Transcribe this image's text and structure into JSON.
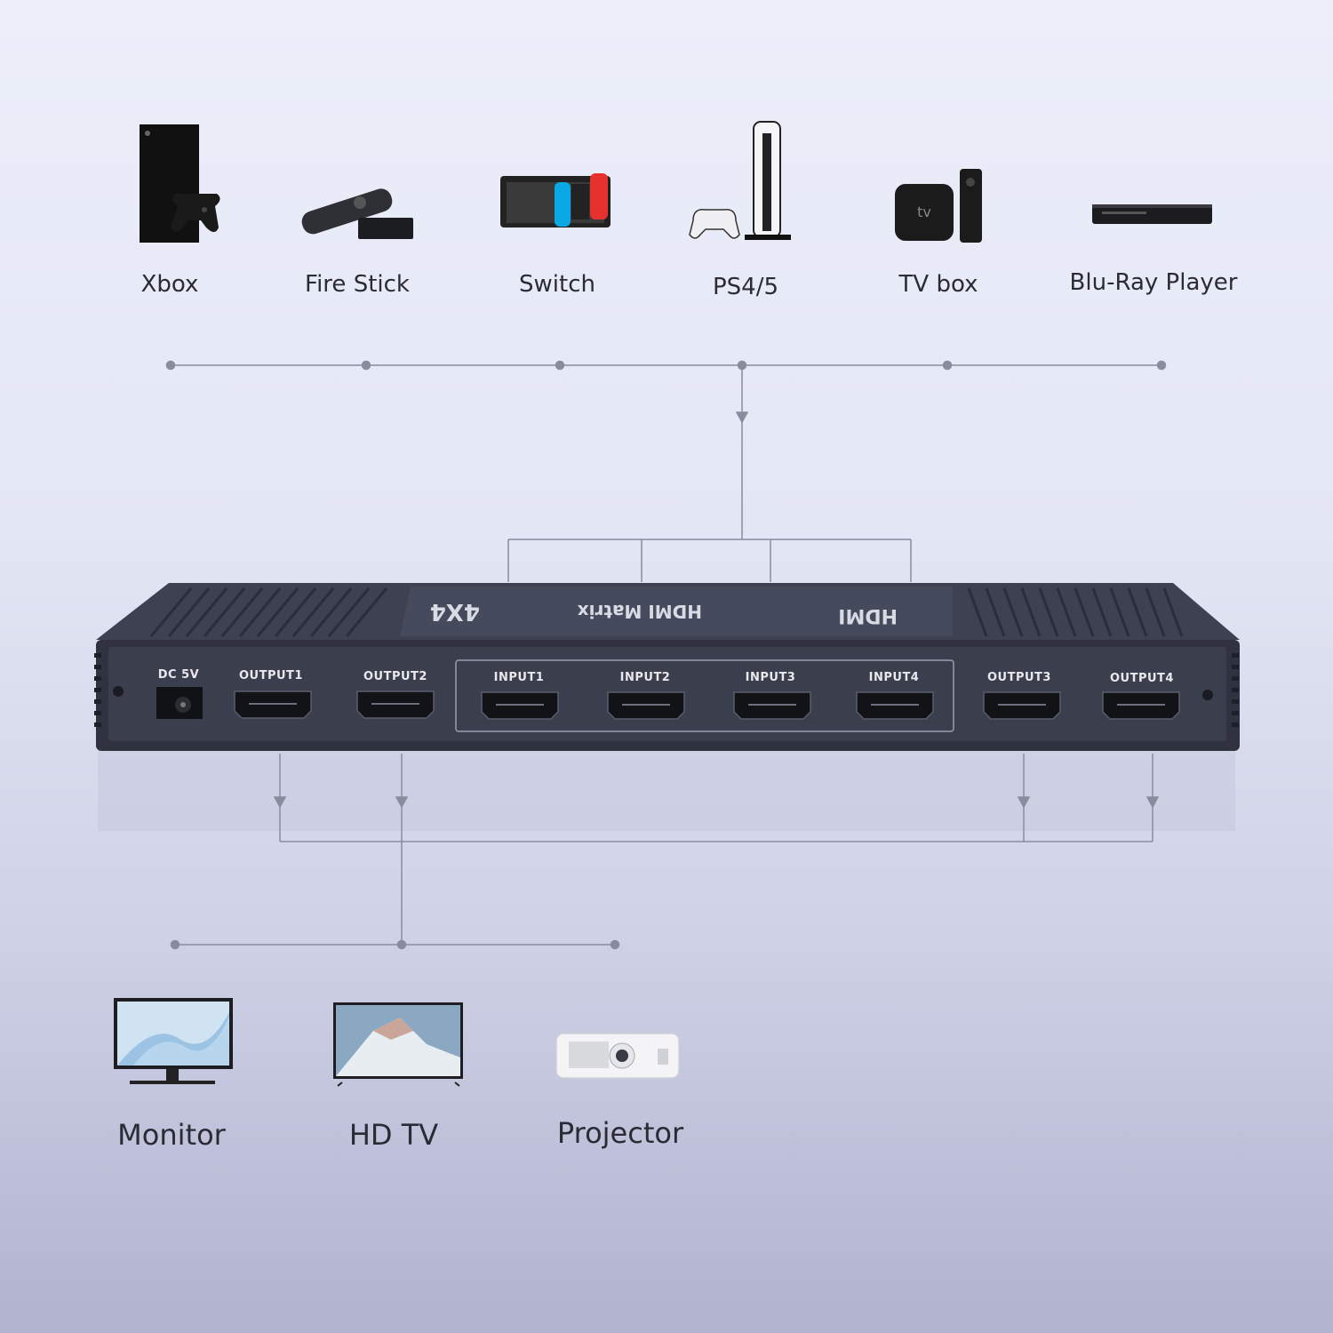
{
  "sources": [
    {
      "label": "Xbox",
      "icon": "xbox-icon"
    },
    {
      "label": "Fire Stick",
      "icon": "fire-stick-icon"
    },
    {
      "label": "Switch",
      "icon": "switch-icon"
    },
    {
      "label": "PS4/5",
      "icon": "playstation-icon"
    },
    {
      "label": "TV box",
      "icon": "tv-box-icon"
    },
    {
      "label": "Blu-Ray Player",
      "icon": "blu-ray-player-icon"
    }
  ],
  "device": {
    "power_label": "DC 5V",
    "ports": [
      "OUTPUT1",
      "OUTPUT2",
      "INPUT1",
      "INPUT2",
      "INPUT3",
      "INPUT4",
      "OUTPUT3",
      "OUTPUT4"
    ],
    "top_model": "4X4",
    "top_brand": "HDMI",
    "top_product": "HDMI Matrix"
  },
  "displays": [
    {
      "label": "Monitor",
      "icon": "monitor-icon"
    },
    {
      "label": "HD TV",
      "icon": "hd-tv-icon"
    },
    {
      "label": "Projector",
      "icon": "projector-icon"
    }
  ],
  "colors": {
    "line": "#8a8c9e",
    "device": "#3b3f50",
    "device_face": "#2e3140",
    "port": "#141519"
  }
}
